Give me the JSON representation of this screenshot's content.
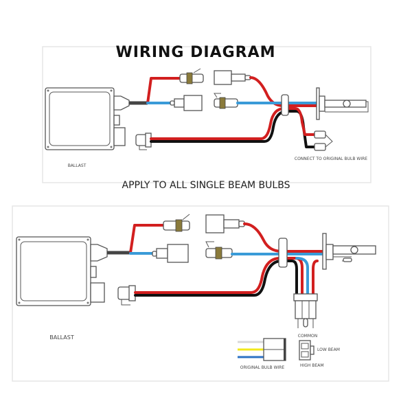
{
  "diagram": {
    "title": "WIRING DIAGRAM",
    "top_panel": {
      "ballast_label": "BALLAST",
      "connect_label": "CONNECT TO ORIGINAL BULB WIRE"
    },
    "subtitle": "APPLY TO ALL SINGLE BEAM BULBS",
    "bottom_panel": {
      "ballast_label": "BALLAST",
      "original_wire_label": "ORIGINAL BULB WIRE",
      "common_label": "COMMON",
      "low_beam_label": "LOW BEAM",
      "high_beam_label": "HIGH BEAM"
    },
    "wire_colors": {
      "red": "#d21f1f",
      "blue": "#3a9bd8",
      "black": "#111111",
      "original_white": "#d8d8d8",
      "original_yellow": "#f2e81c",
      "original_blue": "#2b72c4"
    }
  }
}
